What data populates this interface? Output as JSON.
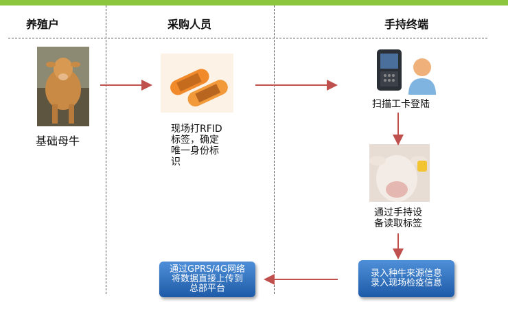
{
  "headers": {
    "col1": "养殖户",
    "col2": "采购人员",
    "col3": "手持终端"
  },
  "nodes": {
    "cow_label": "基础母牛",
    "rfid_lines": [
      "现场打RFID",
      "标签，确定",
      "唯一身份标",
      "识"
    ],
    "scan_login": "扫描工卡登陆",
    "read_tag_lines": [
      "通过手持设",
      "备读取标签"
    ],
    "record_box_lines": [
      "录入种牛来源信息",
      "录入现场检疫信息"
    ],
    "upload_box_lines": [
      "通过GPRS/4G网络",
      "将数据直接上传到",
      "总部平台"
    ]
  },
  "colors": {
    "accent_bar": "#8cc63f",
    "arrow": "#c0504d",
    "box_blue": "#2e6fc4"
  }
}
